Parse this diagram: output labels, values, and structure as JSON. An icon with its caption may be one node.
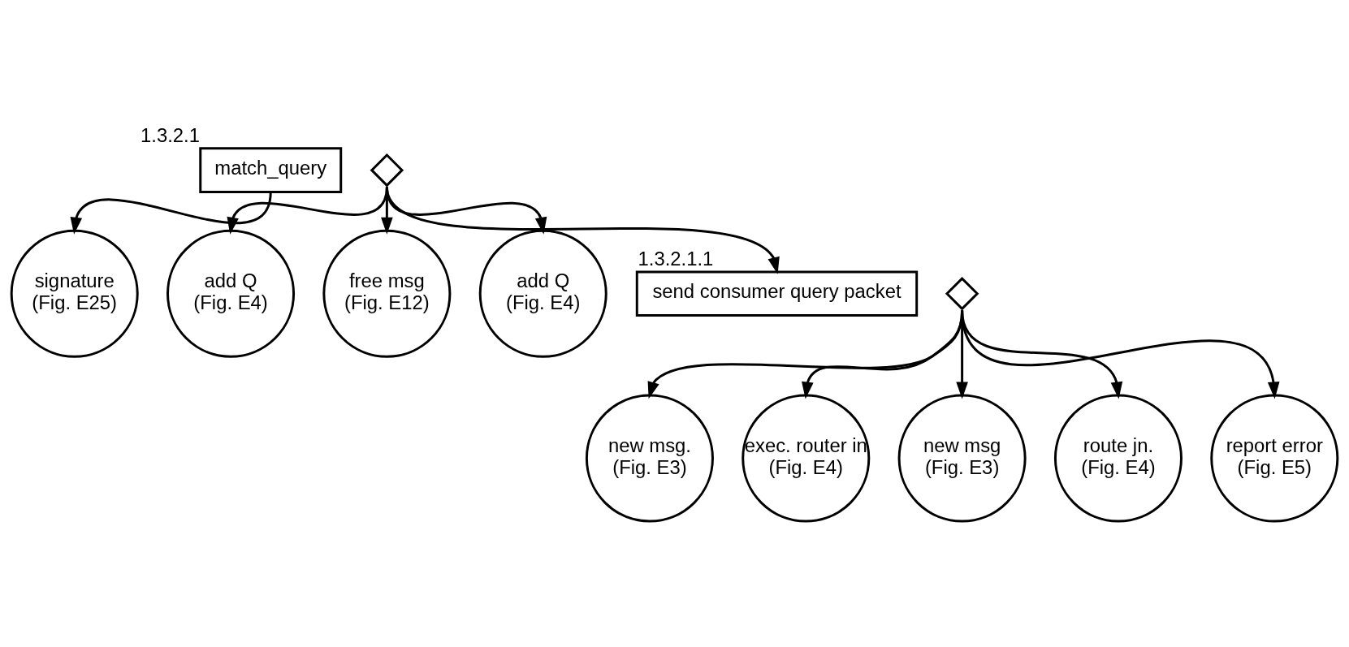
{
  "diagram": {
    "nodes": [
      {
        "text": [
          "match_query"
        ],
        "beside": [
          "1.3.2.1"
        ]
      },
      {
        "text": [],
        "shape": "diamond"
      },
      {
        "text": [
          "signature",
          "(Fig. E25)"
        ]
      },
      {
        "text": [
          "add Q",
          "(Fig. E4)"
        ]
      },
      {
        "text": [
          "free msg",
          "(Fig. E12)"
        ]
      },
      {
        "text": [
          "add Q",
          "(Fig. E4)"
        ]
      },
      {
        "text": [
          "send consumer query packet"
        ],
        "beside": [
          "1.3.2.1.1"
        ]
      },
      {
        "text": [],
        "shape": "diamond"
      },
      {
        "text": [
          "new msg.",
          "(Fig. E3)"
        ]
      },
      {
        "text": [
          "exec. router in",
          "(Fig. E4)"
        ]
      },
      {
        "text": [
          "new msg",
          "(Fig. E3)"
        ]
      },
      {
        "text": [
          "route jn.",
          "(Fig. E4)"
        ]
      },
      {
        "text": [
          "report error",
          "(Fig. E5)"
        ]
      }
    ],
    "edges": [
      {
        "from": 0,
        "to": 2,
        "arrow": "to"
      },
      {
        "from": 1,
        "to": 3,
        "arrow": "to"
      },
      {
        "from": 1,
        "to": 4,
        "arrow": "to"
      },
      {
        "from": 1,
        "to": 5,
        "arrow": "to"
      },
      {
        "from": 1,
        "to": 6,
        "arrow": "to"
      },
      {
        "from": 7,
        "to": 8,
        "arrow": "to"
      },
      {
        "from": 7,
        "to": 9,
        "arrow": "to"
      },
      {
        "from": 7,
        "to": 10,
        "arrow": "to"
      },
      {
        "from": 7,
        "to": 11,
        "arrow": "to"
      },
      {
        "from": 7,
        "to": 12,
        "arrow": "to"
      }
    ]
  }
}
